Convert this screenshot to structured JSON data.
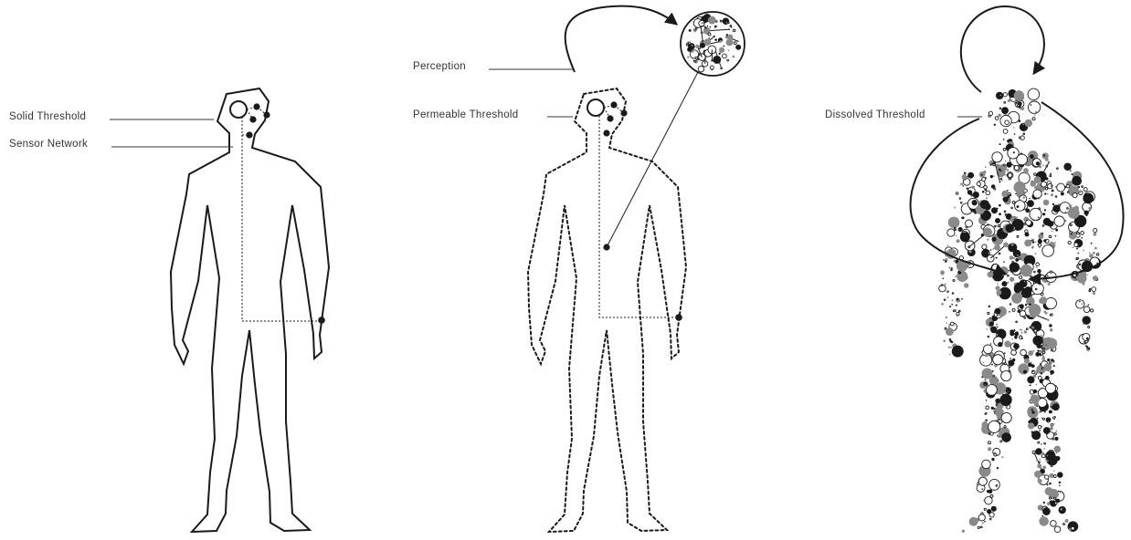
{
  "figures": {
    "solid": {
      "labels": {
        "threshold": "Solid Threshold",
        "sensor": "Sensor Network"
      }
    },
    "permeable": {
      "labels": {
        "perception": "Perception",
        "threshold": "Permeable Threshold"
      }
    },
    "dissolved": {
      "labels": {
        "threshold": "Dissolved Threshold"
      }
    }
  },
  "colors": {
    "ink": "#1a1a1a",
    "label": "#333333",
    "background": "#ffffff"
  }
}
